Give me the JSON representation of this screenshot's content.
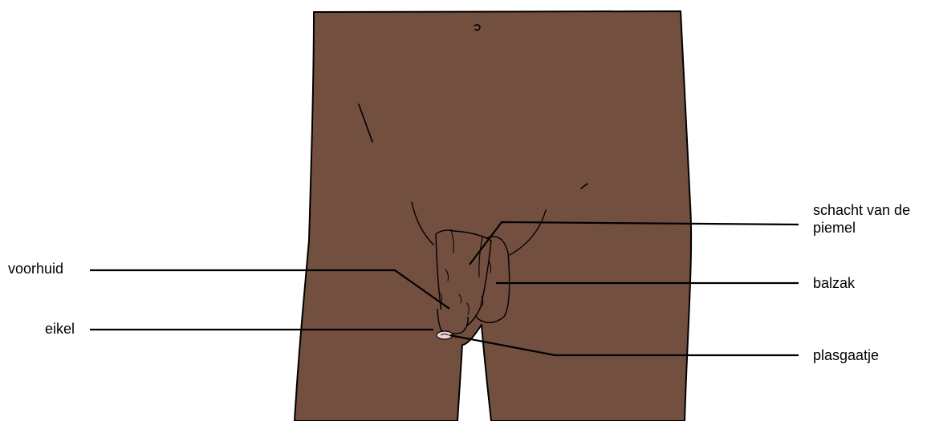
{
  "colors": {
    "skin": "#734f40",
    "outline": "#000000",
    "glans": "#f0d4d4",
    "background": "#ffffff"
  },
  "labels": {
    "voorhuid": "voorhuid",
    "eikel": "eikel",
    "schacht": "schacht van de piemel",
    "balzak": "balzak",
    "plasgaatje": "plasgaatje"
  }
}
